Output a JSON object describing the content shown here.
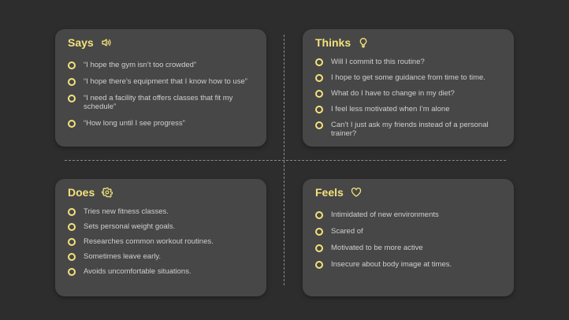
{
  "colors": {
    "background": "#2d2d2d",
    "card": "#474747",
    "accent": "#f3e27c",
    "text": "#cfcfcf"
  },
  "says": {
    "title": "Says",
    "icon": "speaker-icon",
    "items": [
      "“I hope the gym isn’t too crowded”",
      "“I hope there’s equipment that I know how to use”",
      "“I need a facility that offers classes that fit my schedule”",
      "“How long until I see progress”"
    ]
  },
  "thinks": {
    "title": "Thinks",
    "icon": "lightbulb-icon",
    "items": [
      "Will I commit to this routine?",
      "I hope to get some guidance from time to time.",
      "What do I have to change in my diet?",
      "I feel less motivated when I’m alone",
      "Can’t I just ask my friends instead of a personal trainer?"
    ]
  },
  "does": {
    "title": "Does",
    "icon": "gear-icon",
    "items": [
      "Tries new fitness classes.",
      "Sets personal weight goals.",
      "Researches common workout routines.",
      "Sometimes leave early.",
      "Avoids uncomfortable situations."
    ]
  },
  "feels": {
    "title": "Feels",
    "icon": "heart-icon",
    "items": [
      "Intimidated of new environments",
      "Scared of",
      "Motivated to be more active",
      "Insecure about body image at times."
    ]
  }
}
